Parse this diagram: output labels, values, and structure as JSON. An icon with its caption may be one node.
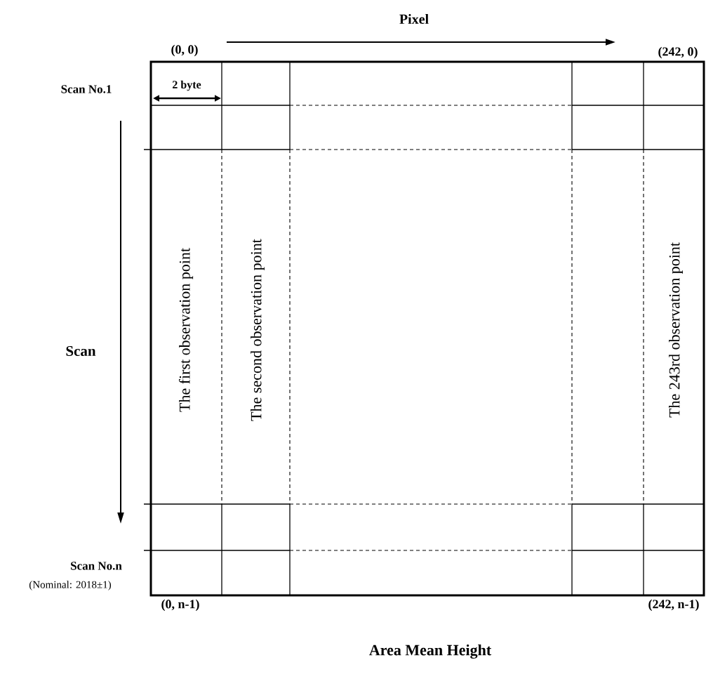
{
  "diagram": {
    "caption": "Area Mean Height",
    "labels": [
      "Pixel",
      "(0, 0)",
      "(242, 0)",
      "Scan No.1",
      "2 byte",
      "Scan",
      "The first observation point",
      "The second observation point",
      "The 243rd observation point",
      "Scan No.n",
      "(Nominal: 2018±1)",
      "(0, n-1)",
      "(242, n-1)"
    ]
  }
}
